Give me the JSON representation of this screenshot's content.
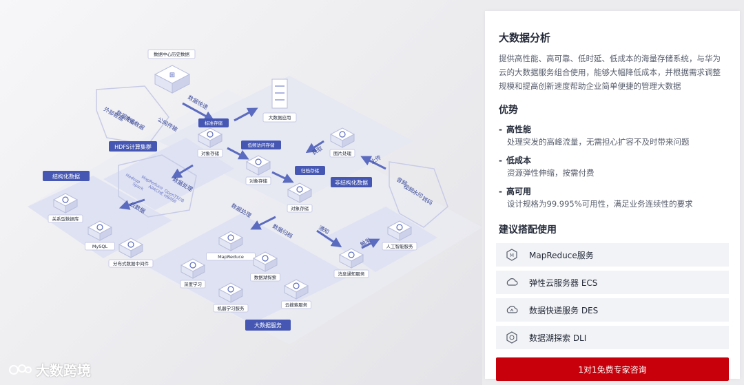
{
  "diagram": {
    "dc_history": "数据中心历史数据",
    "ext_1": "外部数据",
    "ext_2": "数据中心",
    "ext_3": "流量数据",
    "public_transfer": "公网传输",
    "data_fast": "数据快递",
    "std_storage": "标准存储",
    "obj_storage_1": "对象存储",
    "bigdata_app": "大数据应用",
    "low_freq": "低频访问存储",
    "obj_storage_2": "对象存储",
    "archive": "归档存储",
    "obj_storage_3": "对象存储",
    "hdfs_cluster": "HDFS计算集群",
    "hadoop": "Hadoop",
    "spark": "Spark",
    "mapreduce_in": "MapReduce",
    "apache_hbase": "APACHE HBASE",
    "opentsdb": "OpenTSDB",
    "structured": "结构化数据",
    "relational_db": "关系型数据库",
    "mysql": "MySQL",
    "distributed_mw": "分布式数据中间件",
    "cloud_data": "云数据",
    "data_process_1": "数据处理",
    "data_process_2": "数据处理",
    "data_archive": "数据归档",
    "image_proc": "图片处理",
    "unstructured": "非结构化数据",
    "fetch": "获取",
    "upload": "上传",
    "media_1": "音频",
    "media_2": "视频",
    "media_3": "水印",
    "media_4": "转码",
    "notify": "通知",
    "trigger": "触发",
    "msg_service": "消息通知服务",
    "ai_service": "人工智能服务",
    "mapreduce_svc": "MapReduce",
    "deep_learning": "深度学习",
    "data_lake": "数据湖探索",
    "ml_service": "机器学习服务",
    "cloud_search": "云搜索服务",
    "bigdata_service": "大数据服务",
    "watermark": "大数跨境"
  },
  "panel": {
    "title": "大数据分析",
    "description": "提供高性能、高可靠、低时延、低成本的海量存储系统，与华为云的大数据服务组合使用，能够大幅降低成本，并根据需求调整规模和提高创新速度帮助企业简单便捷的管理大数据",
    "advantages_title": "优势",
    "advantages": [
      {
        "title": "高性能",
        "desc": "处理突发的高峰流量，无需担心扩容不及时带来问题"
      },
      {
        "title": "低成本",
        "desc": "资源弹性伸缩，按需付费"
      },
      {
        "title": "高可用",
        "desc": "设计规格为99.995%可用性，满足业务连续性的要求"
      }
    ],
    "suggest_title": "建议搭配使用",
    "services": [
      {
        "label": "MapReduce服务",
        "icon": "mapreduce-icon"
      },
      {
        "label": "弹性云服务器 ECS",
        "icon": "ecs-icon"
      },
      {
        "label": "数据快递服务 DES",
        "icon": "des-icon"
      },
      {
        "label": "数据湖探索 DLI",
        "icon": "dli-icon"
      }
    ],
    "cta": "1对1免费专家咨询"
  },
  "colors": {
    "accent": "#c7000b",
    "diagram_blue": "#5b6bbf",
    "diagram_area": "#dfe2f2",
    "card_bg": "#f2f3f6"
  }
}
